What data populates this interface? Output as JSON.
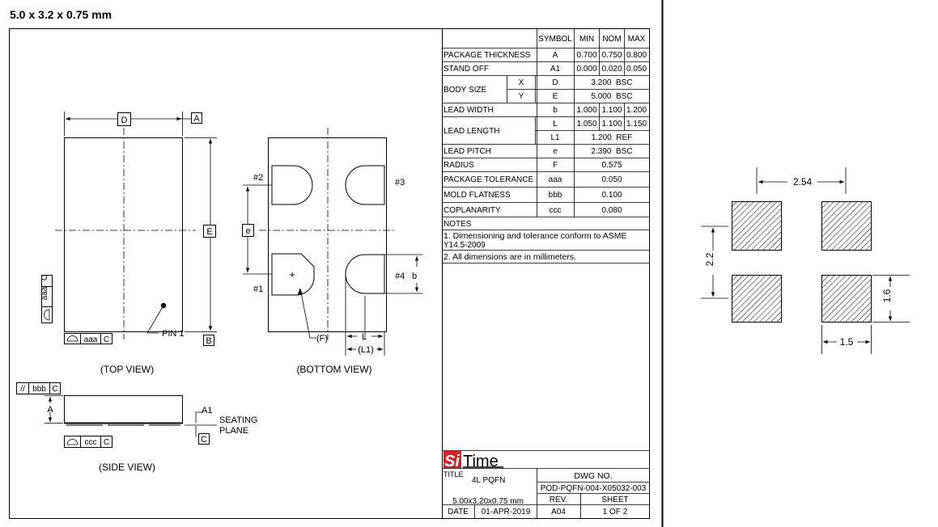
{
  "heading": "5.0 x 3.2 x 0.75 mm",
  "views": {
    "top": "(TOP VIEW)",
    "bottom": "(BOTTOM VIEW)",
    "side": "(SIDE VIEW)"
  },
  "callouts": {
    "D": "D",
    "A": "A",
    "E": "E",
    "B": "B",
    "C": "C",
    "e": "e",
    "pin1": "PIN 1",
    "aaa": "aaa",
    "bbb": "bbb",
    "ccc": "ccc",
    "parallel": "//",
    "pad1": "#1",
    "pad2": "#2",
    "pad3": "#3",
    "pad4": "#4",
    "b": "b",
    "F": "(F)",
    "L": "L",
    "L1": "(L1)",
    "A1": "A1",
    "seating1": "SEATING",
    "seating2": "PLANE",
    "plus": "+"
  },
  "table": {
    "header": [
      "SYMBOL",
      "MIN",
      "NOM",
      "MAX"
    ],
    "rows": {
      "thickness": [
        "PACKAGE THICKNESS",
        "A",
        "0.700",
        "0.750",
        "0.800"
      ],
      "standoff": [
        "STAND OFF",
        "A1",
        "0.000",
        "0.020",
        "0.050"
      ],
      "body": {
        "label": "BODY SIZE",
        "x": "X",
        "y": "Y",
        "d": "D",
        "dval": "3.200  BSC",
        "e": "E",
        "eval": "5.000  BSC"
      },
      "width": [
        "LEAD WIDTH",
        "b",
        "1.000",
        "1.100",
        "1.200"
      ],
      "length": {
        "label": "LEAD LENGTH",
        "l": "L",
        "lmin": "1.050",
        "lnom": "1.100",
        "lmax": "1.150",
        "l1": "L1",
        "l1val": "1.200  REF"
      },
      "pitch": [
        "LEAD PITCH",
        "e",
        "2.390  BSC"
      ],
      "radius": [
        "RADIUS",
        "F",
        "0.575"
      ],
      "tolerance": [
        "PACKAGE TOLERANCE",
        "aaa",
        "0.050"
      ],
      "flatness": [
        "MOLD FLATNESS",
        "bbb",
        "0.100"
      ],
      "coplanarity": [
        "COPLANARITY",
        "ccc",
        "0.080"
      ]
    },
    "notes_title": "NOTES",
    "note1a": "1. Dimensioning and tolerance conform to ASME",
    "note1b": "Y14.5-2009",
    "note2": "2. All dimensions are in millimeters."
  },
  "titleblock": {
    "logo_si": "Si",
    "logo_time": "Time",
    "title_label": "TITLE",
    "title_value": "4L PQFN",
    "dwg_label": "DWG NO.",
    "dwg_value": "POD-PQFN-004-X05032-003",
    "size": "5.00x3.20x0.75 mm",
    "rev_label": "REV.",
    "sheet_label": "SHEET",
    "date_label": "DATE",
    "date_value": "01-APR-2019",
    "rev_value": "A04",
    "sheet_value": "1 OF 2"
  },
  "land_pattern": {
    "pitch_x": "2.54",
    "pitch_y": "2.2",
    "pad_h": "1.6",
    "pad_w": "1.5"
  }
}
